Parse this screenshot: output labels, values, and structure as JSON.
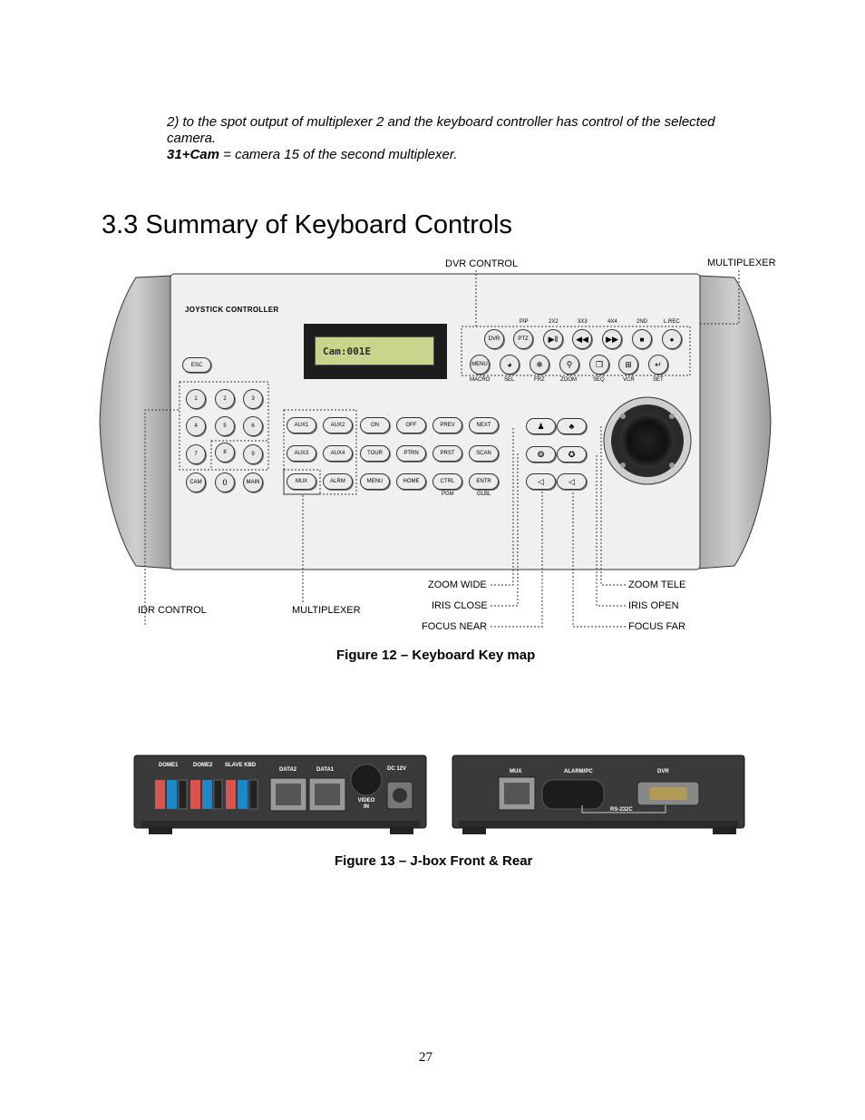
{
  "intro": {
    "line1": "2) to the spot output of multiplexer 2 and the keyboard controller has control of the selected camera.",
    "bold": "31+Cam",
    "line2": " = camera 15 of the second multiplexer."
  },
  "heading": "3.3 Summary of Keyboard Controls",
  "keyboard": {
    "brand": "JOYSTICK CONTROLLER",
    "lcd": "Cam:001E",
    "esc": "ESC",
    "numpad": [
      "1",
      "2",
      "3",
      "4",
      "5",
      "6",
      "7",
      "8",
      "9"
    ],
    "cam": "CAM",
    "zero": "0",
    "main": "MAIN",
    "func_rows": [
      [
        "AUX1",
        "AUX2",
        "ON",
        "OFF",
        "PREV",
        "NEXT"
      ],
      [
        "AUX3",
        "AUX4",
        "TOUR",
        "PTRN",
        "PRST",
        "SCAN"
      ],
      [
        "MUX",
        "ALRM",
        "MENU",
        "HOME",
        "CTRL",
        "ENTR"
      ]
    ],
    "ctrl_sub": "PGM",
    "entr_sub": "GLBL",
    "dvr_top_labels": [
      "PIP",
      "2X2",
      "3X3",
      "4X4",
      "2ND",
      "L.REC"
    ],
    "dvr_row1": [
      "DVR",
      "PTZ"
    ],
    "dvr_row2_first": "MENU",
    "dvr_bottom_labels": [
      "MACRO",
      "SEL",
      "FRZ",
      "ZOOM",
      "SEQ",
      "VCR",
      "SET"
    ]
  },
  "callouts": {
    "dvr_control": "DVR CONTROL",
    "multiplexer_top": "MULTIPLEXER",
    "idr_control": "IDR CONTROL",
    "multiplexer_bottom": "MULTIPLEXER",
    "zoom_wide": "ZOOM WIDE",
    "iris_close": "IRIS CLOSE",
    "focus_near": "FOCUS NEAR",
    "zoom_tele": "ZOOM TELE",
    "iris_open": "IRIS OPEN",
    "focus_far": "FOCUS FAR"
  },
  "figure12": "Figure 12 – Keyboard Key map",
  "jbox": {
    "front_labels": [
      "DOME1",
      "DOME2",
      "SLAVE KBD",
      "DATA2",
      "DATA1",
      "VIDEO IN",
      "DC 12V"
    ],
    "rear_labels": [
      "MUX",
      "ALARM/PC",
      "DVR",
      "RS-232C"
    ]
  },
  "figure13": "Figure 13 – J-box  Front & Rear",
  "page_number": "27"
}
